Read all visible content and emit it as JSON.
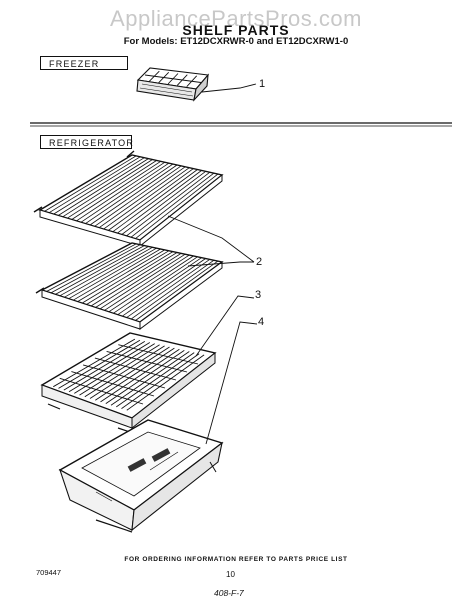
{
  "header": {
    "watermark": "AppliancePartsPros.com",
    "title": "SHELF PARTS",
    "models": "For Models: ET12DCXRWR-0 and ET12DCXRW1-0"
  },
  "sections": {
    "freezer": "FREEZER",
    "refrigerator": "REFRIGERATOR"
  },
  "callouts": [
    "1",
    "2",
    "3",
    "4"
  ],
  "footer": {
    "ordering_note": "FOR ORDERING INFORMATION REFER TO PARTS PRICE LIST",
    "page_number": "10",
    "diagram_number": "709447",
    "stamp": "408-F-7"
  },
  "colors": {
    "line": "#111111",
    "watermark": "#c8c8c8",
    "background": "#ffffff"
  }
}
